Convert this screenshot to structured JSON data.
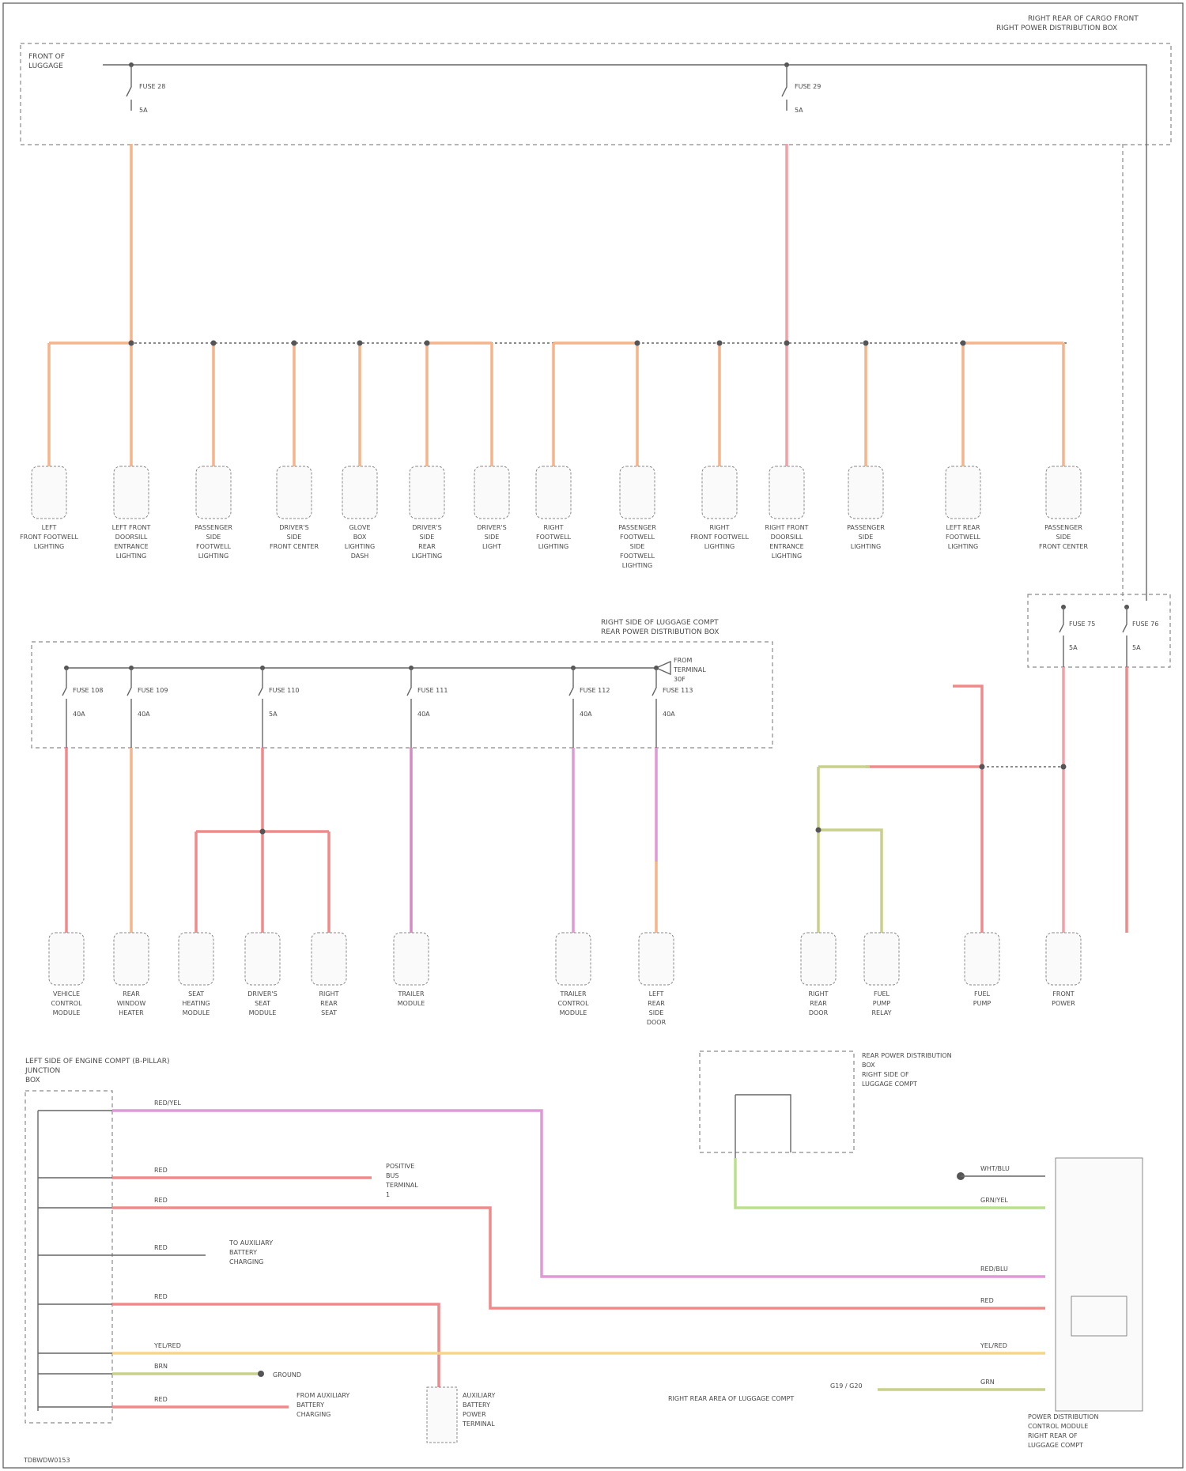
{
  "top_right_header": [
    "RIGHT REAR OF CARGO FRONT",
    "RIGHT POWER DISTRIBUTION BOX"
  ],
  "top_left_header": [
    "FRONT OF",
    "LUGGAGE"
  ],
  "top_fuses": [
    {
      "name": "FUSE 28",
      "rating": "5A"
    },
    {
      "name": "FUSE 29",
      "rating": "5A"
    }
  ],
  "row1_components": [
    [
      "LEFT",
      "FRONT FOOTWELL",
      "LIGHTING"
    ],
    [
      "LEFT FRONT",
      "DOORSILL",
      "ENTRANCE",
      "LIGHTING"
    ],
    [
      "PASSENGER",
      "SIDE",
      "FOOTWELL",
      "LIGHTING"
    ],
    [
      "DRIVER'S",
      "SIDE",
      "FRONT CENTER"
    ],
    [
      "GLOVE",
      "BOX",
      "LIGHTING",
      "DASH"
    ],
    [
      "DRIVER'S",
      "SIDE",
      "REAR",
      "LIGHTING"
    ],
    [
      "DRIVER'S",
      "SIDE",
      "LIGHT"
    ],
    [
      "RIGHT",
      "FOOTWELL",
      "LIGHTING"
    ],
    [
      "PASSENGER",
      "FOOTWELL",
      "SIDE",
      "FOOTWELL",
      "LIGHTING"
    ],
    [
      "RIGHT",
      "FRONT FOOTWELL",
      "LIGHTING"
    ],
    [
      "RIGHT FRONT",
      "DOORSILL",
      "ENTRANCE",
      "LIGHTING"
    ],
    [
      "PASSENGER",
      "SIDE",
      "LIGHTING"
    ],
    [
      "LEFT REAR",
      "FOOTWELL",
      "LIGHTING"
    ],
    [
      "PASSENGER",
      "SIDE",
      "FRONT CENTER"
    ]
  ],
  "mid_header": [
    "RIGHT SIDE OF LUGGAGE COMPT",
    "REAR POWER DISTRIBUTION BOX"
  ],
  "mid_fuses": [
    {
      "name": "FUSE 108",
      "rating": "40A"
    },
    {
      "name": "FUSE 109",
      "rating": "40A"
    },
    {
      "name": "FUSE 110",
      "rating": "5A"
    },
    {
      "name": "FUSE 111",
      "rating": "40A"
    },
    {
      "name": "FUSE 112",
      "rating": "40A"
    },
    {
      "name": "FUSE 113",
      "rating": "40A"
    }
  ],
  "mid_ref": [
    "FROM",
    "TERMINAL",
    "30F"
  ],
  "row2_components": [
    [
      "VEHICLE",
      "CONTROL",
      "MODULE"
    ],
    [
      "REAR",
      "WINDOW",
      "HEATER"
    ],
    [
      "SEAT",
      "HEATING",
      "MODULE"
    ],
    [
      "DRIVER'S",
      "SEAT",
      "MODULE"
    ],
    [
      "RIGHT",
      "REAR",
      "SEAT"
    ],
    [
      "TRAILER",
      "MODULE"
    ],
    [
      "TRAILER",
      "CONTROL",
      "MODULE"
    ],
    [
      "LEFT",
      "REAR",
      "SIDE",
      "DOOR"
    ],
    [
      "RIGHT",
      "REAR",
      "DOOR"
    ],
    [
      "FUEL",
      "PUMP",
      "RELAY"
    ],
    [
      "FUEL",
      "PUMP"
    ],
    [
      "FRONT",
      "POWER"
    ]
  ],
  "right_box": [
    {
      "name": "FUSE 75",
      "rating": "5A"
    },
    {
      "name": "FUSE 76",
      "rating": "5A"
    }
  ],
  "bottom_left_header": [
    "LEFT SIDE OF ENGINE COMPT (B-PILLAR)",
    "JUNCTION",
    "BOX"
  ],
  "bottom_labels": {
    "wires": [
      "RED/YEL",
      "RED",
      "RED",
      "RED",
      "RED",
      "YEL/RED",
      "BRN",
      "RED"
    ],
    "refs": [
      [
        "POSITIVE",
        "BUS",
        "TERMINAL",
        "1"
      ],
      [
        "TO AUXILIARY",
        "BATTERY",
        "CHARGING"
      ],
      [
        "FROM AUXILIARY",
        "BATTERY",
        "CHARGING"
      ]
    ],
    "ground": "GROUND",
    "aux": [
      "AUXILIARY",
      "BATTERY",
      "POWER",
      "TERMINAL"
    ],
    "rpdb": [
      "REAR POWER DISTRIBUTION",
      "BOX",
      "RIGHT SIDE OF",
      "LUGGAGE COMPT"
    ],
    "module": [
      "POWER DISTRIBUTION",
      "CONTROL MODULE",
      "RIGHT REAR OF",
      "LUGGAGE COMPT"
    ],
    "right_wires": [
      "WHT/BLU",
      "GRN/YEL",
      "RED/BLU",
      "RED",
      "YEL/RED",
      "GRN"
    ],
    "ground_bottom": "RIGHT REAR AREA OF LUGGAGE COMPT",
    "gnd_label": "G19 / G20",
    "footer": "TDBWDW0153"
  }
}
